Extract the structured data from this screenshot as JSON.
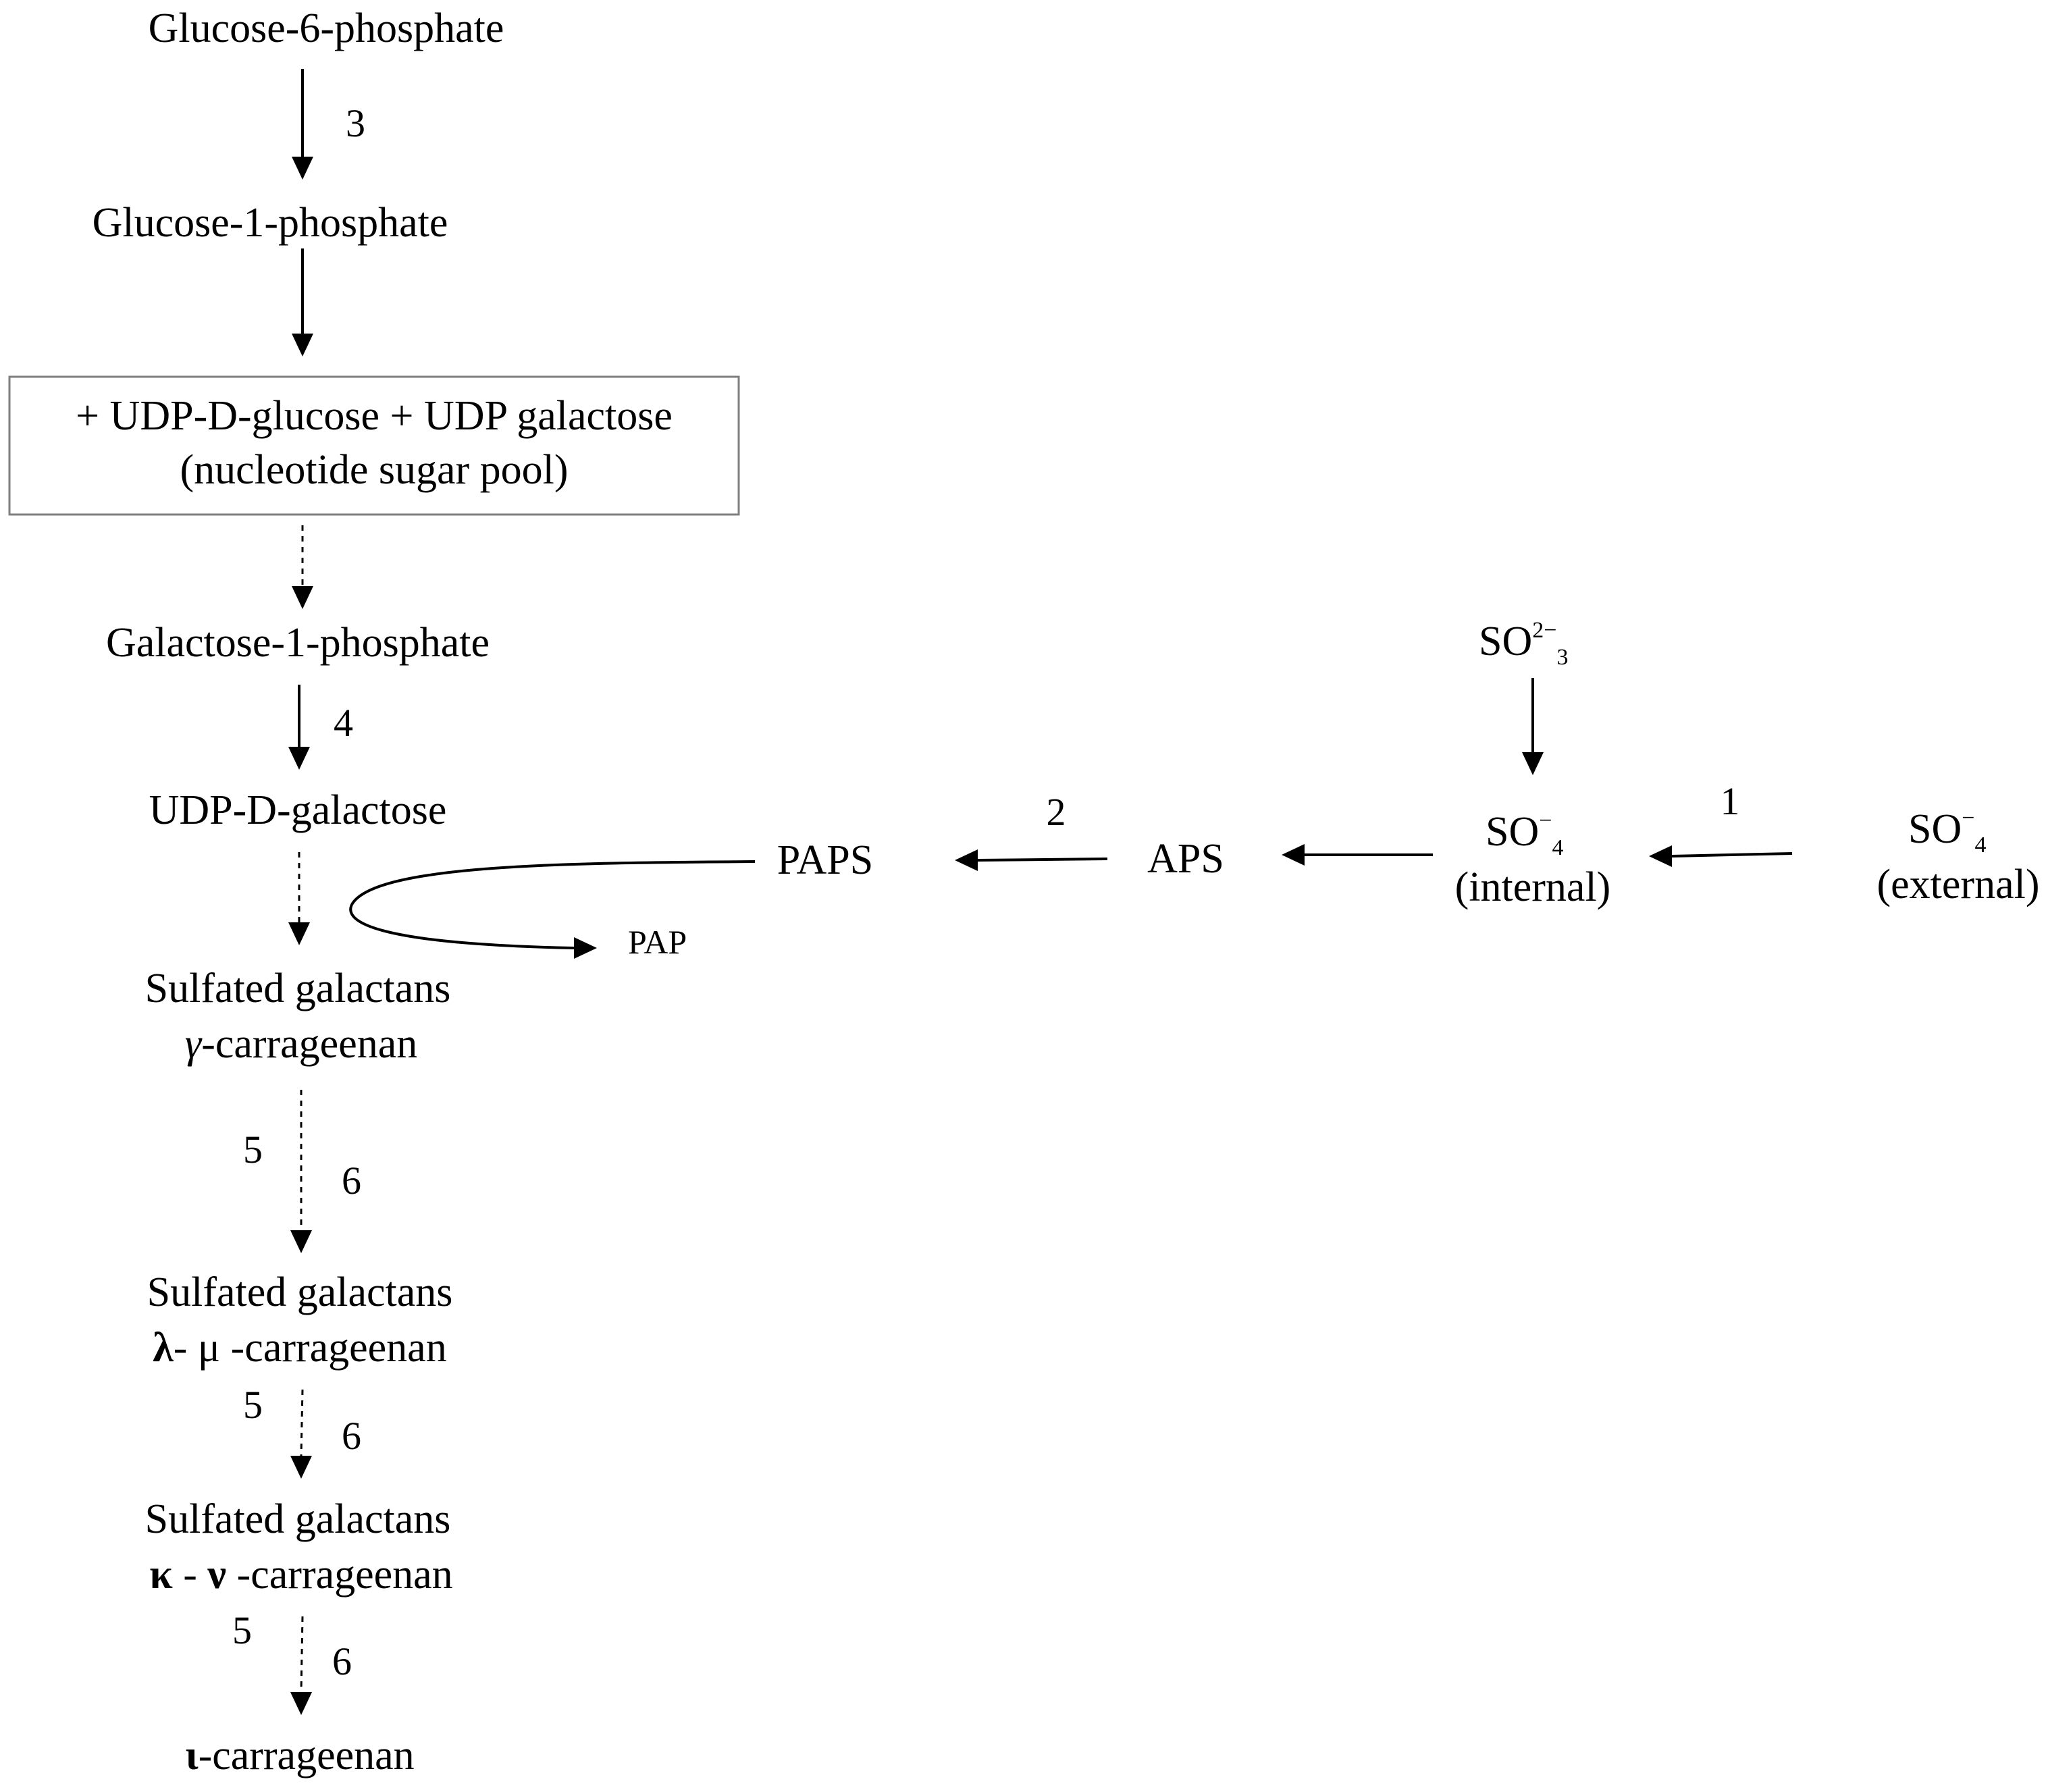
{
  "nodes": {
    "g6p": "Glucose-6-phosphate",
    "g1p": "Glucose-1-phosphate",
    "pool_line1": "+ UDP-D-glucose + UDP galactose",
    "pool_line2": "(nucleotide sugar pool)",
    "gal1p": "Galactose-1-phosphate",
    "udp_gal": "UDP-D-galactose",
    "sg1_line1": "Sulfated galactans",
    "sg1_gamma": "γ",
    "sg1_rest": "-carrageenan",
    "sg2_line1": "Sulfated galactans",
    "sg2_lambda": "λ",
    "sg2_mid": "- μ -carrageenan",
    "sg3_line1": "Sulfated galactans",
    "sg3_kappa": "κ",
    "sg3_dash": " - ",
    "sg3_nu": "ν",
    "sg3_rest": " -carrageenan",
    "iota": "ι",
    "iota_rest": "-carrageenan",
    "paps": "PAPS",
    "pap": "PAP",
    "aps": "APS",
    "so3_base": "SO",
    "so3_sup": "2−",
    "so3_sub": "3",
    "so4_int_base": "SO",
    "so4_int_sup": "−",
    "so4_int_sub": "4",
    "so4_int_note": "(internal)",
    "so4_ext_base": "SO",
    "so4_ext_sup": "−",
    "so4_ext_sub": "4",
    "so4_ext_note": "(external)"
  },
  "step_labels": {
    "s3": "3",
    "s4": "4",
    "s2": "2",
    "s1": "1",
    "a5": "5",
    "a6": "6",
    "b5": "5",
    "b6": "6",
    "c5": "5",
    "c6": "6"
  },
  "colors": {
    "ink": "#000000",
    "box_border": "#7f7f7f",
    "background": "#ffffff"
  }
}
